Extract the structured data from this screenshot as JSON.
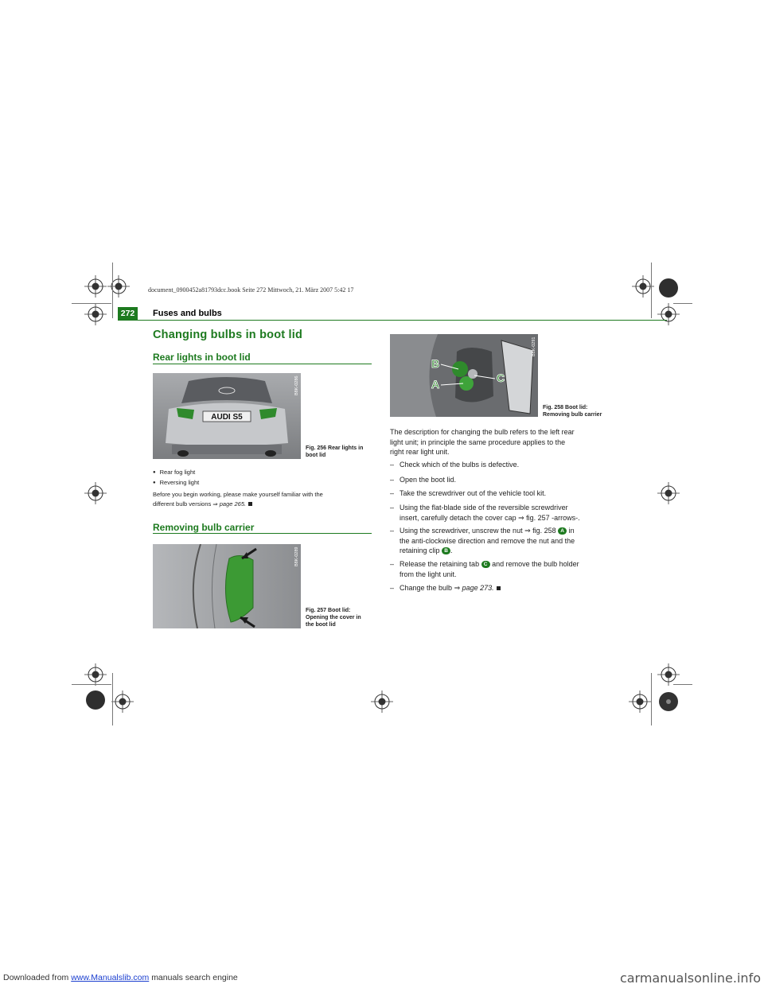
{
  "meta": "document_0900452a81793dcc.book  Seite 272  Mittwoch, 21. März 2007  5:42 17",
  "header": {
    "page_number": "272",
    "title": "Fuses and bulbs"
  },
  "main_title": "Changing bulbs in boot lid",
  "section1": {
    "title": "Rear lights in boot lid",
    "figure_code": "B8K-0286",
    "plate_text": "AUDI S5",
    "caption_line1": "Fig. 256  Rear lights in",
    "caption_line2": "boot lid",
    "bullets": [
      "Rear fog light",
      "Reversing light"
    ],
    "note_line1": "Before you begin working, please make yourself familiar with the",
    "note_line2_prefix": "different bulb versions",
    "note_arrow": "⇒",
    "note_ref": "page 265."
  },
  "section2": {
    "title": "Removing bulb carrier",
    "figure_code": "B8K-0289",
    "caption_line1": "Fig. 257  Boot lid:",
    "caption_line2": "Opening the cover in",
    "caption_line3": "the boot lid"
  },
  "figure258": {
    "code": "B8K-0291",
    "label_a": "A",
    "label_b": "B",
    "label_c": "C",
    "caption_line1": "Fig. 258  Boot lid:",
    "caption_line2": "Removing bulb carrier"
  },
  "intro": {
    "line1": "The description for changing the bulb refers to the left rear",
    "line2": "light unit; in principle the same procedure applies to the",
    "line3": "right rear light unit."
  },
  "steps": {
    "dash": "–",
    "s1": "Check which of the bulbs is defective.",
    "s2": "Open the boot lid.",
    "s3": "Take the screwdriver out of the vehicle tool kit.",
    "s4_line1": "Using the flat-blade side of the reversible screwdriver",
    "s4_line2": "insert, carefully detach the cover cap ⇒ fig. 257 -arrows-.",
    "s5_line1a": "Using the screwdriver, unscrew the nut ⇒ fig. 258",
    "s5_badge": "A",
    "s5_line1b": "in",
    "s5_line2": "the anti-clockwise direction and remove the nut and the",
    "s5_line3a": "retaining clip",
    "s5_badge2": "B",
    "s5_line3b": ".",
    "s6_line1a": "Release the retaining tab",
    "s6_badge": "C",
    "s6_line1b": "and remove the bulb holder",
    "s6_line2": "from the light unit.",
    "s7_prefix": "Change the bulb",
    "s7_arrow": "⇒",
    "s7_ref": "page 273."
  },
  "footer": {
    "downloaded": "Downloaded from",
    "link": "www.Manualslib.com",
    "tagline": "manuals search engine",
    "watermark": "carmanualsonline.info"
  }
}
